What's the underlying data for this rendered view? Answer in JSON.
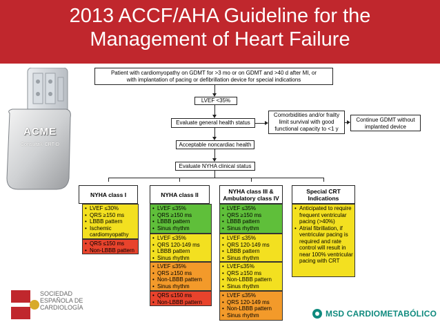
{
  "title": {
    "line1": "2013 ACCF/AHA Guideline for the",
    "line2": "Management of Heart Failure"
  },
  "colors": {
    "header_red": "#c0272d",
    "green": "#5fbf3a",
    "yellow": "#f3e020",
    "orange": "#f39a2a",
    "red": "#e8432c"
  },
  "device": {
    "brand": "ACME",
    "model": "Consulta® CRT-D"
  },
  "flow": {
    "top_box_line1": "Patient with cardiomyopathy on GDMT for >3 mo or on GDMT and >40 d after MI, or",
    "top_box_line2": "with implantation of pacing or defibrillation device for special indications",
    "lvef": "LVEF <35%",
    "general_health": "Evaluate general health status",
    "comorbidities_line1": "Comorbidities and/or frailty",
    "comorbidities_line2": "limit survival with good",
    "comorbidities_line3": "functional capacity to <1 y",
    "continue_line1": "Continue GDMT without",
    "continue_line2": "implanted device",
    "acceptable": "Acceptable noncardiac health",
    "nyha_eval": "Evaluate NYHA clinical status"
  },
  "columns": [
    {
      "header_line1": "NYHA class I",
      "header_line2": ""
    },
    {
      "header_line1": "NYHA class II",
      "header_line2": ""
    },
    {
      "header_line1": "NYHA class III &",
      "header_line2": "Ambulatory class IV"
    },
    {
      "header_line1": "Special CRT",
      "header_line2": "Indications"
    }
  ],
  "col1": {
    "c1": [
      "LVEF ≤30%",
      "QRS ≥150 ms",
      "LBBB pattern",
      "Ischemic cardiomyopathy"
    ],
    "c2": [
      "QRS ≤150 ms",
      "Non-LBBB pattern"
    ]
  },
  "col2": {
    "c1": [
      "LVEF ≤35%",
      "QRS ≥150 ms",
      "LBBB pattern",
      "Sinus rhythm"
    ],
    "c2": [
      "LVEF ≤35%",
      "QRS 120-149 ms",
      "LBBB pattern",
      "Sinus rhythm"
    ],
    "c3": [
      "LVEF ≤35%",
      "QRS ≥150 ms",
      "Non-LBBB pattern",
      "Sinus rhythm"
    ],
    "c4": [
      "QRS ≤150 ms",
      "Non-LBBB pattern"
    ]
  },
  "col3": {
    "c1": [
      "LVEF ≤35%",
      "QRS ≥150 ms",
      "LBBB pattern",
      "Sinus rhythm"
    ],
    "c2": [
      "LVEF ≤35%",
      "QRS 120-149 ms",
      "LBBB pattern",
      "Sinus rhythm"
    ],
    "c3": [
      "LVEF≤35%",
      "QRS ≥150 ms",
      "Non-LBBB pattern",
      "Sinus rhythm"
    ],
    "c4": [
      "LVEF ≤35%",
      "QRS 120-149 ms",
      "Non-LBBB pattern",
      "Sinus rhythm"
    ]
  },
  "col4": {
    "c1": [
      "Anticipated to require frequent ventricular pacing (>40%)",
      "Atrial fibrillation, if ventricular pacing is required and rate control will result in near 100% ventricular pacing with CRT"
    ]
  },
  "logos": {
    "left_line1": "SOCIEDAD",
    "left_line2": "ESPAÑOLA DE",
    "left_line3": "CARDIOLOGÍA",
    "right_text": "MSD CARDIOMETABÓLICO"
  }
}
